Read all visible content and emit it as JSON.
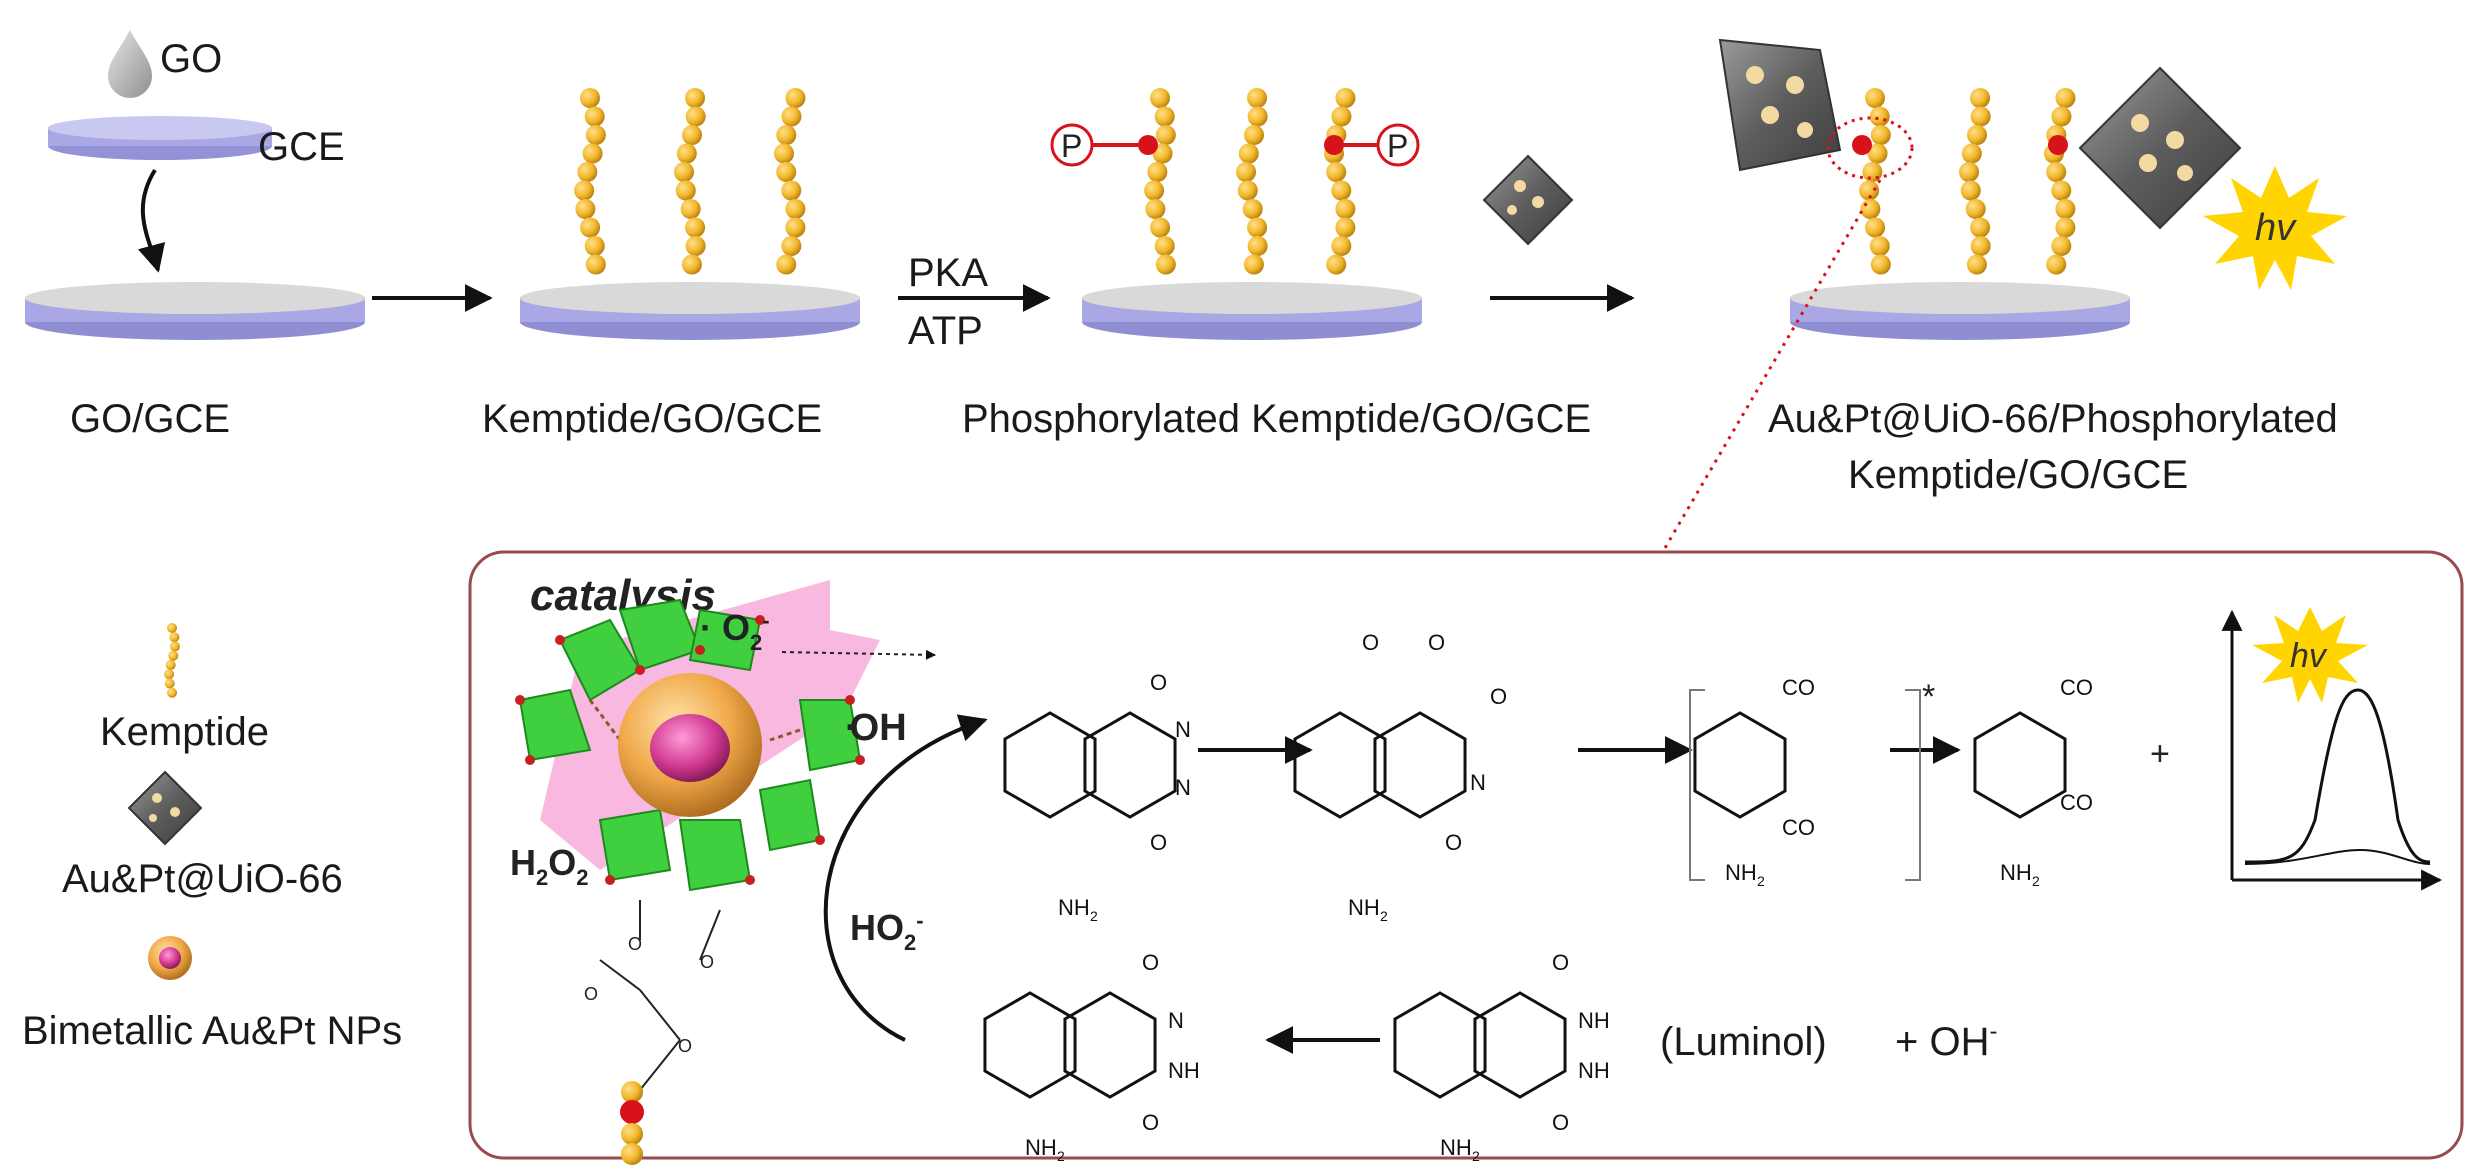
{
  "top": {
    "go_drop_label": "GO",
    "gce_label": "GCE",
    "steps": [
      {
        "label": "GO/GCE"
      },
      {
        "label": "Kemptide/GO/GCE"
      },
      {
        "label": "Phosphorylated Kemptide/GO/GCE"
      },
      {
        "label_line1": "Au&Pt@UiO-66/Phosphorylated",
        "label_line2": "Kemptide/GO/GCE"
      }
    ],
    "arrow_pka_top": "PKA",
    "arrow_pka_bottom": "ATP",
    "phosphate_symbol": "P",
    "hv_label": "hv"
  },
  "legend": {
    "kemptide": "Kemptide",
    "mof": "Au&Pt@UiO-66",
    "nps": "Bimetallic Au&Pt NPs"
  },
  "panel": {
    "catalysis_title": "catalysis",
    "superoxide": "· O",
    "superoxide_sub": "2",
    "superoxide_sup": "-",
    "hydroxyl": "OH",
    "h2o2": "H",
    "ho2": "HO",
    "ho2_sub": "2",
    "ho2_sup": "-",
    "luminol_label": "(Luminol)",
    "plus_oh": "+ OH",
    "oh_sup": "-",
    "plus_sign": "+",
    "hv_label": "hv",
    "star_mark": "*",
    "nh2": "NH",
    "nh2_sub": "2",
    "co2": "CO",
    "o_atom": "O",
    "n_atom": "N",
    "nh_atom": "NH"
  },
  "colors": {
    "electrode_body": "#a9a8e4",
    "electrode_top": "#d9d9d9",
    "bead": "#f2b72a",
    "phospho_red": "#d8121a",
    "panel_border": "#9a4a4f",
    "mof_gray": "#6a6a6a",
    "hv_star": "#ffd400",
    "octahedra_green": "#3fcf3f",
    "pink_arrow": "#f7a6d8"
  }
}
